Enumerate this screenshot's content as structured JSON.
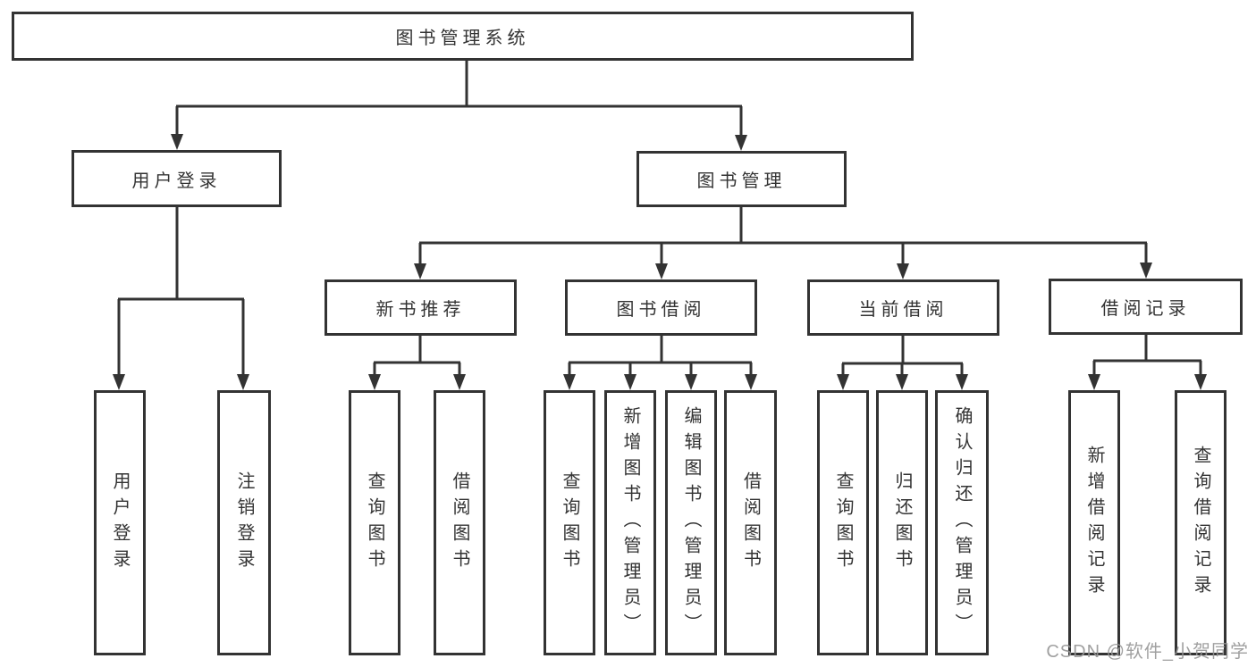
{
  "diagram_title": "图书管理系统",
  "tree": {
    "label": "图书管理系统",
    "children": [
      {
        "label": "用户登录",
        "children": [
          {
            "label": "用户登录"
          },
          {
            "label": "注销登录"
          }
        ]
      },
      {
        "label": "图书管理",
        "children": [
          {
            "label": "新书推荐",
            "children": [
              {
                "label": "查询图书"
              },
              {
                "label": "借阅图书"
              }
            ]
          },
          {
            "label": "图书借阅",
            "children": [
              {
                "label": "查询图书"
              },
              {
                "label": "新增图书（管理员）"
              },
              {
                "label": "编辑图书（管理员）"
              },
              {
                "label": "借阅图书"
              }
            ]
          },
          {
            "label": "当前借阅",
            "children": [
              {
                "label": "查询图书"
              },
              {
                "label": "归还图书"
              },
              {
                "label": "确认归还（管理员）"
              }
            ]
          },
          {
            "label": "借阅记录",
            "children": [
              {
                "label": "新增借阅记录"
              },
              {
                "label": "查询借阅记录"
              }
            ]
          }
        ]
      }
    ]
  },
  "watermark": {
    "text": "CSDN @软件_小贺同学"
  },
  "colors": {
    "line": "#333333",
    "border": "#333333",
    "text": "#333333",
    "background": "#ffffff",
    "watermark": "#969696"
  }
}
